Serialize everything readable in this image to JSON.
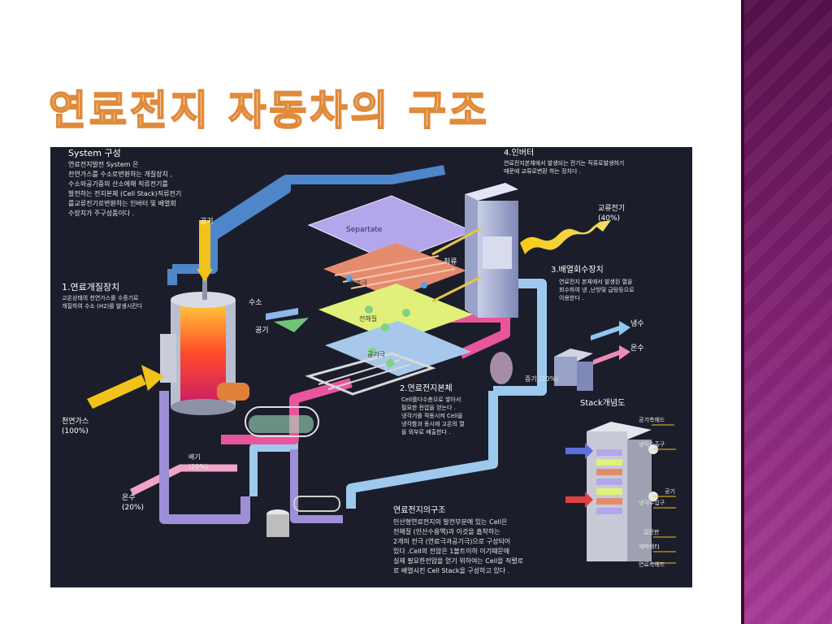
{
  "slide": {
    "title": "연료전지 자동차의 구조"
  },
  "diagram": {
    "system": {
      "heading": "System 구성",
      "lines": [
        "연료전지발전 System 은",
        "천연가스를 수소로변환하는 개질장치 ,",
        "수소와공기중의 산소에해 직류전기를",
        "발전하는 전지본체 (Cell Stack)직류전기",
        "를교류전기로변환하는 인버터 및 배열회",
        "수장치가 주구성품이다 ."
      ]
    },
    "inverter": {
      "heading": "4.인버터",
      "lines": [
        "연료전지본체에서 발생되는 전기는 직류로발생하기",
        "때문에 교류로변환 하는 장치다 ."
      ]
    },
    "reformer": {
      "heading": "1.연료개질장치",
      "lines": [
        "고온상태의 천연가스를 수증기로",
        "개질하여 수소 (H2)를 발생시킨다"
      ]
    },
    "heat_recovery": {
      "heading": "3.배열회수장치",
      "lines": [
        "연료전지 본체에서 발생된 열을",
        "회수하여 냉 ,난방및 급탕등으로",
        "이용한다 ."
      ]
    },
    "cell_body": {
      "heading": "2.연료전지본체",
      "lines": [
        "Cell를다수층으로 쌓아서",
        "필요한 전압을 얻는다 .",
        "냉각기를 작동시켜 Cell을",
        "냉각함과 동시에 고온의 열",
        "을 외부로 배출한다 ."
      ]
    },
    "cell_structure": {
      "heading": "연료전지의구조",
      "lines": [
        "인산형연료전지의 발전부분에 있는 Cell은",
        "전해질 (인산수용액)과 이것을 흡착하는",
        "2개의 전극 (연료극과공기극)으로 구성되어",
        "있다 .Cell의 전압은 1볼트이하 이기때문에",
        "실제 필요한전압을 얻기 위하여는 Cell을 직렬로",
        "로 배열시킨 Cell Stack을 구성하고 있다 ."
      ]
    },
    "labels": {
      "air_top": "공기",
      "hydrogen": "수소",
      "air_mid": "공기",
      "separator": "Separtate",
      "fuel_electrode": "연료극",
      "electrolyte": "전해질",
      "air_electrode": "공기극",
      "dc": "직류",
      "ac": "교류전기",
      "ac_pct": "(40%)",
      "cold_water": "냉수",
      "hot_water_right": "온수",
      "steam": "증기 (20%)",
      "natural_gas": "천연가스",
      "natural_gas_pct": "(100%)",
      "exhaust": "배기",
      "exhaust_pct": "(20%)",
      "hot_water_left": "온수",
      "hot_water_left_pct": "(20%)",
      "stack_title": "Stack개념도",
      "stack_air_header": "공기측헤드",
      "stack_cooling_pipe": "냉각수출구",
      "stack_air": "공기",
      "stack_cooling_in": "냉각수입구",
      "stack_collector": "집전판",
      "stack_separator": "세파레타",
      "stack_fuel_header": "연료측헤드"
    }
  },
  "colors": {
    "title_stroke": "#e08a3a",
    "panel_bg": "#1b1e2a",
    "sidebar": "#7d1f6e",
    "pipe_blue": "#4f86c9",
    "pipe_lightblue": "#9ec9ef",
    "pipe_pink": "#e8559c",
    "pipe_purple": "#9f8fd8",
    "arrow_yellow": "#f2c21a"
  }
}
